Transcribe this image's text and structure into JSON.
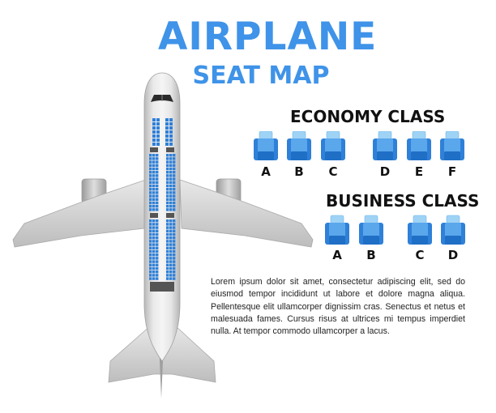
{
  "header": {
    "title": "AIRPLANE",
    "subtitle": "SEAT MAP"
  },
  "colors": {
    "accent": "#3f93e8",
    "seat_blue": "#2f80d8",
    "seat_light": "#9fd3f5",
    "fuselage": "#d9d9d9"
  },
  "economy": {
    "title": "ECONOMY CLASS",
    "seats": [
      "A",
      "B",
      "C",
      "D",
      "E",
      "F"
    ]
  },
  "business": {
    "title": "BUSINESS CLASS",
    "seats": [
      "A",
      "B",
      "C",
      "D"
    ]
  },
  "description": "Lorem ipsum dolor sit amet, consectetur adipiscing elit, sed do eiusmod tempor incididunt ut labore et dolore magna aliqua. Pellentesque elit ullamcorper dignissim cras. Senectus et netus et malesuada fames. Cursus risus at ultrices mi tempus imperdiet nulla. At tempor commodo ullamcorper a lacus."
}
